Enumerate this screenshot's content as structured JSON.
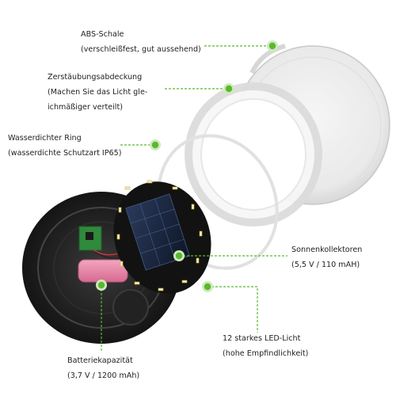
{
  "colors": {
    "accent_green": "#5ab82d",
    "dot_ring": "#cfe9be",
    "text": "#222222",
    "panel_dark": "#1a1a1a",
    "battery_pink": "#e888a8"
  },
  "components": {
    "abs_shell": {
      "title": "ABS-Schale",
      "detail": "(verschleißfest, gut aussehend)"
    },
    "diffuser": {
      "title": "Zerstäubungsabdeckung",
      "detail_line1": "(Machen Sie das Licht gle-",
      "detail_line2": "ichmäßiger verteilt)"
    },
    "waterproof_ring": {
      "title": "Wasserdichter Ring",
      "detail": "(wasserdichte Schutzart IP65)"
    },
    "solar_collectors": {
      "title": "Sonnenkollektoren",
      "detail": "(5,5 V / 110 mAH)"
    },
    "led": {
      "title": "12 starkes LED-Licht",
      "detail": "(hohe Empfindlichkeit)"
    },
    "battery": {
      "title": "Batteriekapazität",
      "detail": "(3,7 V / 1200 mAh)"
    }
  }
}
